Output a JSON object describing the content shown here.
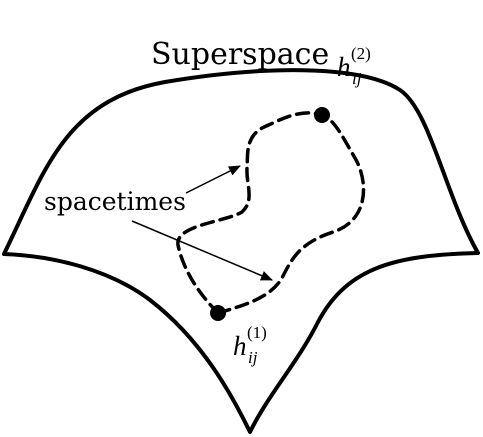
{
  "labels": {
    "superspace": "Superspace",
    "spacetimes": "spacetimes"
  },
  "metric_end": {
    "symbol": "h",
    "indices": "ij",
    "superscript": "(2)"
  },
  "metric_start": {
    "symbol": "h",
    "indices": "ij",
    "superscript": "(1)"
  },
  "colors": {
    "ink": "#000000",
    "background": "#ffffff"
  }
}
